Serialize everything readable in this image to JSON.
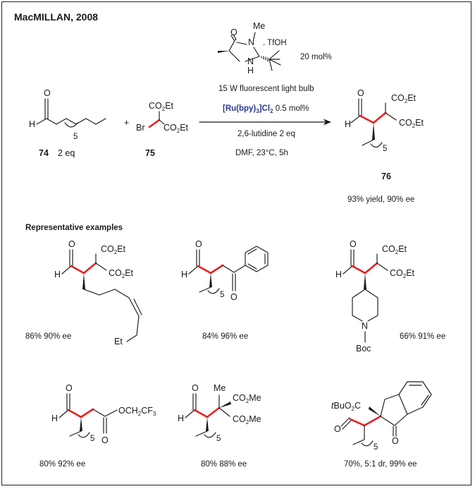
{
  "title": "MacMILLAN, 2008",
  "catalyst": {
    "o": "O",
    "n": "N",
    "nh": "N",
    "h": "H",
    "me": "Me",
    "salt": ". TfOH",
    "loading": "20 mol%"
  },
  "conditions": {
    "light": "15 W fluorescent light bulb",
    "photocat": "[Ru(bpy)",
    "photocat_sub": "3",
    "photocat_tail": "]Cl",
    "photocat_sub2": "2",
    "photocat_loading": " 0.5 mol%",
    "base": "2,6-lutidine  2 eq",
    "solvent": "DMF, 23°C, 5h"
  },
  "plus": "+",
  "reactant_74": {
    "label": "74",
    "equiv": "2 eq"
  },
  "reactant_75": {
    "label": "75"
  },
  "product_76": {
    "label": "76",
    "yield": "93% yield, 90% ee"
  },
  "section_heading": "Representative examples",
  "atoms": {
    "O": "O",
    "H": "H",
    "Br": "Br",
    "N": "N",
    "Et": "Et",
    "Boc": "Boc",
    "Me": "Me",
    "sub5": "5",
    "co2et": "CO",
    "sub2": "2",
    "et": "Et",
    "me_tail": "Me",
    "ochcf": "OCH",
    "ch_sub": "2",
    "cf": "CF",
    "cf_sub": "3",
    "tbu_t": "t",
    "tbu": "BuO",
    "tbu_sub": "2",
    "tbu_c": "C"
  },
  "examples": [
    {
      "result": "86% 90% ee"
    },
    {
      "result": "84% 96% ee"
    },
    {
      "result": "66% 91% ee"
    },
    {
      "result": "80% 92% ee"
    },
    {
      "result": "80% 88% ee"
    },
    {
      "result": "70%, 5:1 dr, 99% ee"
    }
  ]
}
